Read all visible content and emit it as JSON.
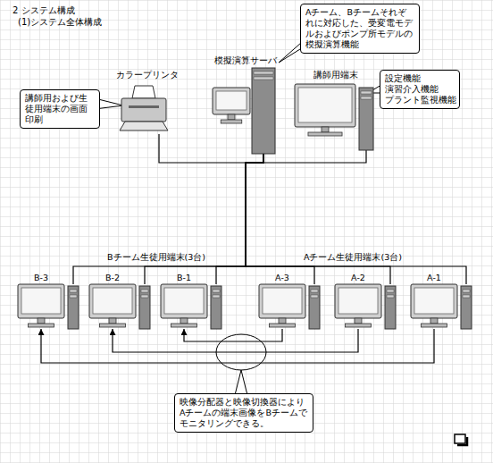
{
  "diagram": {
    "title": "2 システム構成",
    "nodes": [
      {
        "text": [
          "Aチーム、Bチームそれぞれに対応した、受変電モデルおよびポンプ所モデルの模擬演算機能"
        ]
      },
      {
        "text": [
          "カラープリンタ"
        ]
      },
      {
        "text": [
          "模擬演算サーバ"
        ]
      },
      {
        "text": [
          "講師用端末"
        ]
      },
      {
        "text": [
          "講師用および生徒用端末の画面印刷"
        ]
      },
      {
        "text": [
          "設定機能 演習介入機能 プラント監視機能"
        ]
      },
      {
        "text": [
          "B-3"
        ]
      },
      {
        "text": [
          "B-2"
        ]
      },
      {
        "text": [
          "B-1"
        ]
      },
      {
        "text": [
          "A-3"
        ]
      },
      {
        "text": [
          "A-2"
        ]
      },
      {
        "text": [
          "A-1"
        ]
      },
      {
        "text": [
          "映像分配器と映像切換器によりAチームの端末画像をBチームでモニタリングできる。"
        ]
      }
    ],
    "edges": [
      {
        "from": 2,
        "to": 1,
        "arrow": "none"
      },
      {
        "from": 2,
        "to": 3,
        "arrow": "none"
      },
      {
        "from": 2,
        "to": 6,
        "arrow": "none"
      },
      {
        "from": 2,
        "to": 7,
        "arrow": "none"
      },
      {
        "from": 2,
        "to": 8,
        "arrow": "none"
      },
      {
        "from": 2,
        "to": 9,
        "arrow": "none"
      },
      {
        "from": 2,
        "to": 10,
        "arrow": "none"
      },
      {
        "from": 2,
        "to": 11,
        "arrow": "none"
      },
      {
        "from": 11,
        "to": 6,
        "arrow": "to"
      },
      {
        "from": 10,
        "to": 7,
        "arrow": "to"
      },
      {
        "from": 9,
        "to": 8,
        "arrow": "to"
      }
    ],
    "labels": [
      "(1)システム全体構成",
      "Bチーム生徒用端末(3台)",
      "Aチーム生徒用端末(3台)"
    ]
  }
}
